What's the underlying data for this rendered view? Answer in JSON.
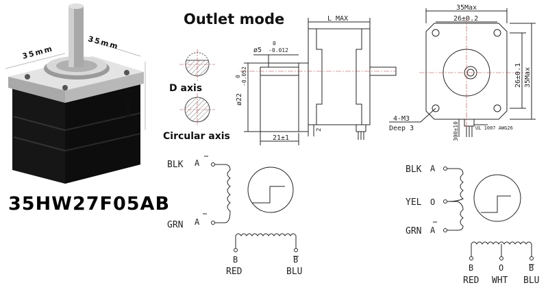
{
  "photo": {
    "dim_width": "35mm",
    "dim_depth": "35mm",
    "dim_height": "27mm",
    "model": "35HW27F05AB"
  },
  "outlet": {
    "title": "Outlet mode",
    "d_axis": "D axis",
    "circular_axis": "Circular axis"
  },
  "side_view": {
    "length": "L MAX",
    "shaft_dia": "ø5",
    "shaft_tol_upper": "0",
    "shaft_tol_lower": "-0.012",
    "boss_dia": "ø22",
    "boss_tol_upper": "0",
    "boss_tol_lower": "-0.052",
    "shaft_len": "21±1",
    "boss_height": "2"
  },
  "front_view": {
    "width_max": "35Max",
    "hole_pitch_h": "26±0.2",
    "hole_pitch_v": "26±0.1",
    "height_max": "35Max",
    "mount_holes": "4-M3",
    "mount_depth": "Deep 3",
    "lead_len": "300±10",
    "wire_spec": "UL 1007 AWG26"
  },
  "wiring_4": {
    "a_color": "BLK",
    "a_label": "A",
    "abar_color": "GRN",
    "abar_label": "A",
    "b_label": "B",
    "b_color": "RED",
    "bbar_label": "B",
    "bbar_color": "BLU"
  },
  "wiring_6": {
    "a_color": "BLK",
    "a_label": "A",
    "mid_color": "YEL",
    "mid_label": "O",
    "abar_color": "GRN",
    "abar_label": "A",
    "b_label": "B",
    "b_color": "RED",
    "bmid_label": "O",
    "bmid_color": "WHT",
    "bbar_label": "B",
    "bbar_color": "BLU"
  }
}
